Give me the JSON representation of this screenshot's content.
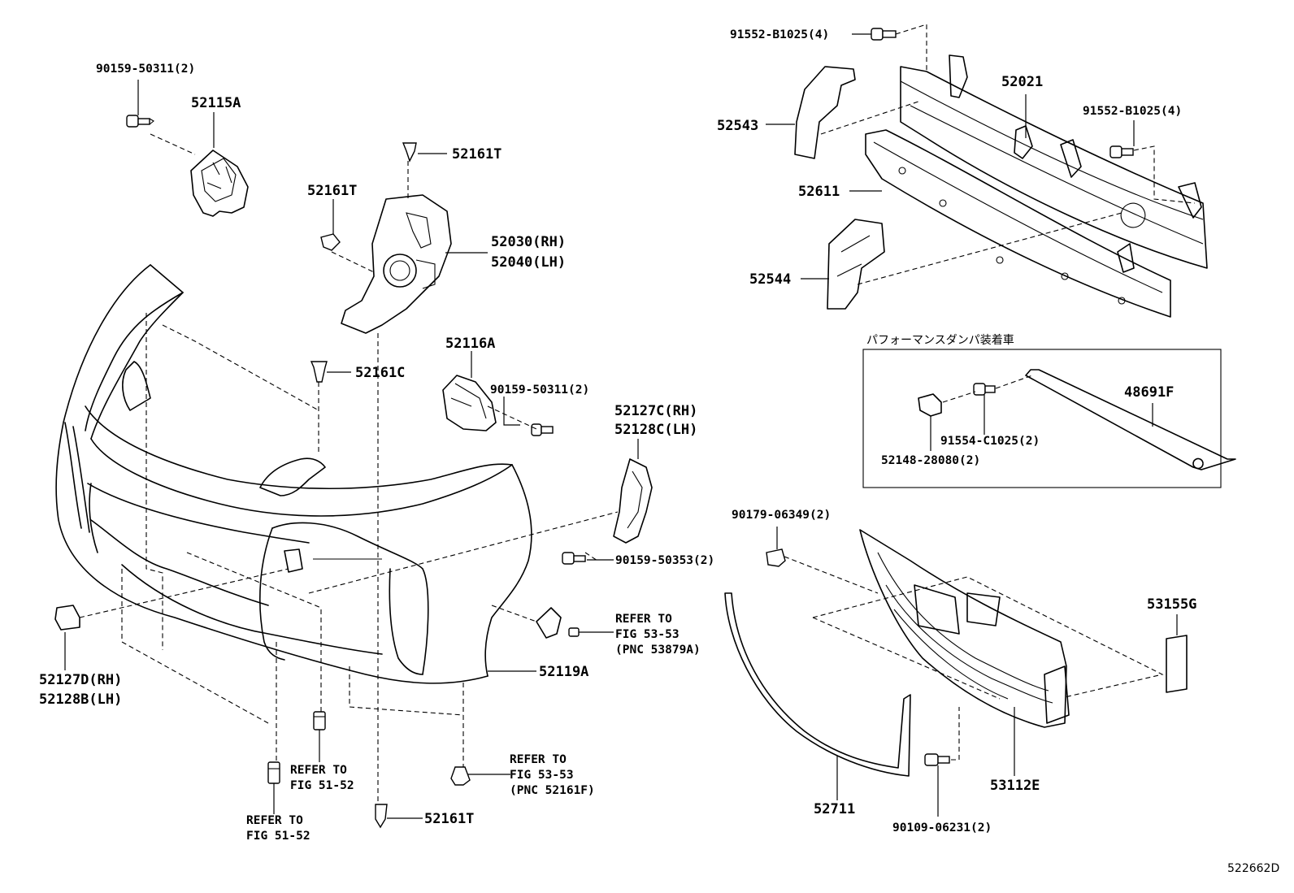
{
  "diagram": {
    "drawing_code": "522662D",
    "inset_title": "パフォーマンスダンパ装着車"
  },
  "labels": {
    "p_90159_50311_a": "90159-50311(2)",
    "p_52115A": "52115A",
    "p_52161T_a": "52161T",
    "p_52161T_b": "52161T",
    "p_52030": "52030(RH)",
    "p_52040": "52040(LH)",
    "p_52161C": "52161C",
    "p_52116A": "52116A",
    "p_90159_50311_b": "90159-50311(2)",
    "p_52127C": "52127C(RH)",
    "p_52128C": "52128C(LH)",
    "p_90159_50353": "90159-50353(2)",
    "refer_53_53_a_1": "REFER TO",
    "refer_53_53_a_2": "FIG 53-53",
    "refer_53_53_a_3": "(PNC 53879A)",
    "p_52119A": "52119A",
    "p_52127D": "52127D(RH)",
    "p_52128B": "52128B(LH)",
    "refer_51_52_a_1": "REFER TO",
    "refer_51_52_a_2": "FIG 51-52",
    "refer_51_52_b_1": "REFER TO",
    "refer_51_52_b_2": "FIG 51-52",
    "refer_53_53_b_1": "REFER TO",
    "refer_53_53_b_2": "FIG 53-53",
    "refer_53_53_b_3": "(PNC 52161F)",
    "p_52161T_c": "52161T",
    "p_91552_B1025_a": "91552-B1025(4)",
    "p_52021": "52021",
    "p_91552_B1025_b": "91552-B1025(4)",
    "p_52543": "52543",
    "p_52611": "52611",
    "p_52544": "52544",
    "p_48691F": "48691F",
    "p_91554_C1025": "91554-C1025(2)",
    "p_52148_28080": "52148-28080(2)",
    "p_90179_06349": "90179-06349(2)",
    "p_53155G": "53155G",
    "p_53112E": "53112E",
    "p_52711": "52711",
    "p_90109_06231": "90109-06231(2)"
  }
}
